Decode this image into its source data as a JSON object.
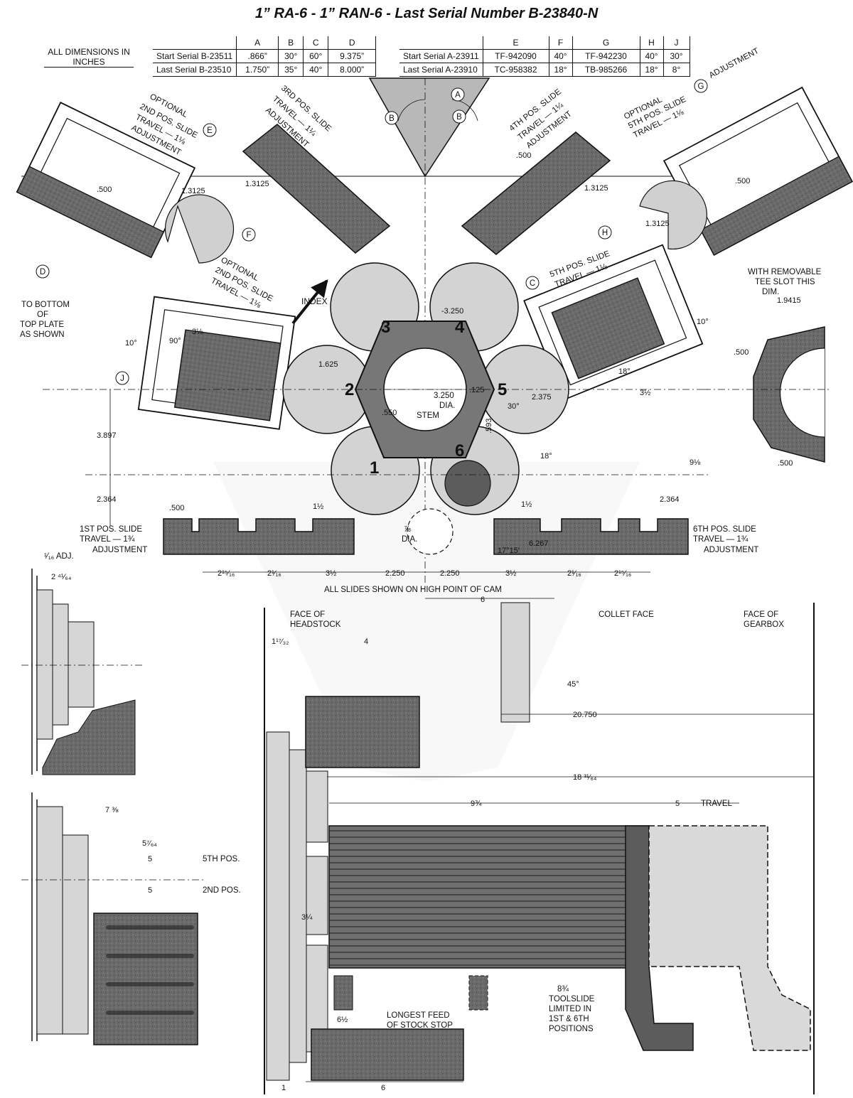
{
  "title": "1” RA-6 - 1” RAN-6 - Last Serial Number B-23840-N",
  "all_dimensions": "ALL DIMENSIONS IN INCHES",
  "table_left": {
    "headers": [
      "",
      "A",
      "B",
      "C",
      "D"
    ],
    "rows": [
      [
        "Start Serial B-23511",
        ".866”",
        "30°",
        "60°",
        "9.375”"
      ],
      [
        "Last Serial B-23510",
        "1.750”",
        "35°",
        "40°",
        "8.000”"
      ]
    ]
  },
  "table_right": {
    "headers": [
      "",
      "E",
      "F",
      "G",
      "H",
      "J"
    ],
    "rows": [
      [
        "Start Serial A-23911",
        "TF-942090",
        "40°",
        "TF-942230",
        "40°",
        "30°"
      ],
      [
        "Last Serial A-23910",
        "TC-958382",
        "18°",
        "TB-985266",
        "18°",
        "8°"
      ]
    ]
  },
  "labels": {
    "opt2_top_a": "OPTIONAL",
    "opt2_top_b": "2ND POS. SLIDE",
    "opt2_top_c": "TRAVEL — 1⅛",
    "opt2_top_d": "ADJUSTMENT",
    "pos3_a": "3RD POS. SLIDE",
    "pos3_b": "TRAVEL — 1¼",
    "pos3_c": "ADJUSTMENT",
    "pos4_a": "4TH POS. SLIDE",
    "pos4_b": "TRAVEL — 1¼",
    "pos4_c": "ADJUSTMENT",
    "opt5_a": "OPTIONAL",
    "opt5_b": "5TH POS. SLIDE",
    "opt5_c": "TRAVEL — 1⅛",
    "adjustment_top_right": "ADJUSTMENT",
    "opt2_mid_a": "OPTIONAL",
    "opt2_mid_b": "2ND POS. SLIDE",
    "opt2_mid_c": "TRAVEL — 1⅛",
    "pos5_a": "5TH POS. SLIDE",
    "pos5_b": "TRAVEL — 1⅛",
    "removable_a": "WITH REMOVABLE",
    "removable_b": "TEE SLOT THIS",
    "removable_c": "DIM.",
    "index": "INDEX",
    "bottom_a": "TO BOTTOM",
    "bottom_b": "OF",
    "bottom_c": "TOP PLATE",
    "bottom_d": "AS SHOWN",
    "stem_dia": "3.250",
    "stem_dia2": "DIA.",
    "stem": "STEM",
    "pos1_a": "1ST POS. SLIDE",
    "pos1_b": "TRAVEL — 1¾",
    "pos1_c": "ADJUSTMENT",
    "pos6_a": "6TH POS. SLIDE",
    "pos6_b": "TRAVEL — 1¾",
    "pos6_c": "ADJUSTMENT",
    "all_slides": "ALL SLIDES SHOWN ON HIGH POINT OF CAM",
    "face_headstock_a": "FACE OF",
    "face_headstock_b": "HEADSTOCK",
    "collet_face": "COLLET FACE",
    "face_gearbox_a": "FACE OF",
    "face_gearbox_b": "GEARBOX",
    "travel": "TRAVEL",
    "toolslide_a": "8¾",
    "toolslide_b": "TOOLSLIDE",
    "toolslide_c": "LIMITED IN",
    "toolslide_d": "1ST & 6TH",
    "toolslide_e": "POSITIONS",
    "longest_a": "LONGEST FEED",
    "longest_b": "OF STOCK STOP",
    "fifth_pos": "5TH POS.",
    "second_pos": "2ND POS.",
    "adj_116": "¹⁄₁₆ ADJ.",
    "dia_78": "⅞",
    "dia_label": "DIA."
  },
  "position_numbers": [
    "1",
    "2",
    "3",
    "4",
    "5",
    "6"
  ],
  "callouts": [
    "A",
    "B",
    "C",
    "D",
    "E",
    "F",
    "G",
    "H",
    "J"
  ],
  "dimensions": {
    "d3897": "3.897",
    "d2364l": "2.364",
    "d2364r": "2.364",
    "d500a": ".500",
    "d500b": ".500",
    "d500c": ".500",
    "d500d": ".500",
    "d500e": ".500",
    "d2250a": "2.250",
    "d2250b": "2.250",
    "d6": "6",
    "d6267": "6.267",
    "d9_18": "9⅛",
    "d20750": "20.750",
    "d18_31_64": "18 ³¹⁄₆₄",
    "d9_34": "9¾",
    "d5": "5",
    "d4": "4",
    "d1_17_32": "1¹⁷⁄₃₂",
    "d7_38": "7 ⅜",
    "d5_7_64": "5⁷⁄₆₄",
    "d5a": "5",
    "d5b": "5",
    "d2_41_64": "2 ⁴¹⁄₆₄",
    "d6_12": "6½",
    "d6b": "6",
    "d1": "1",
    "d3_14": "3¼",
    "d1_3125a": "1.3125",
    "d1_3125b": "1.3125",
    "d1_3125c": "1.3125",
    "d1_3125d": "1.3125",
    "d1_9415": "1.9415",
    "d3_250": "-3.250",
    "d1_625": "1.625",
    "d2_375": "2.375",
    "d10a": "10°",
    "d10b": "10°",
    "d90": "90°",
    "d18a": "18°",
    "d18b": "18°",
    "d30": "30°",
    "d45": "45°",
    "d3_12a": "3½",
    "d3_12b": "3½",
    "d3_12c": "3½",
    "d3_18": "3⅛",
    "d1_12a": "1½",
    "d1_12b": "1½",
    "d2_116a": "2¹⁄₁₆",
    "d2_116b": "2¹⁄₁₆",
    "d2_1516a": "2¹⁵⁄₁₆",
    "d2_1516b": "2¹⁵⁄₁₆",
    "d550": ".550",
    "d593": ".593",
    "d125": ".125",
    "d17_15": "17°15'"
  },
  "colors": {
    "line": "#111111",
    "dark_fill": "#5e5e5e",
    "mid_fill": "#a9a9a9",
    "light_fill": "#d2d2d2",
    "watermark": "#f0f0f0"
  }
}
